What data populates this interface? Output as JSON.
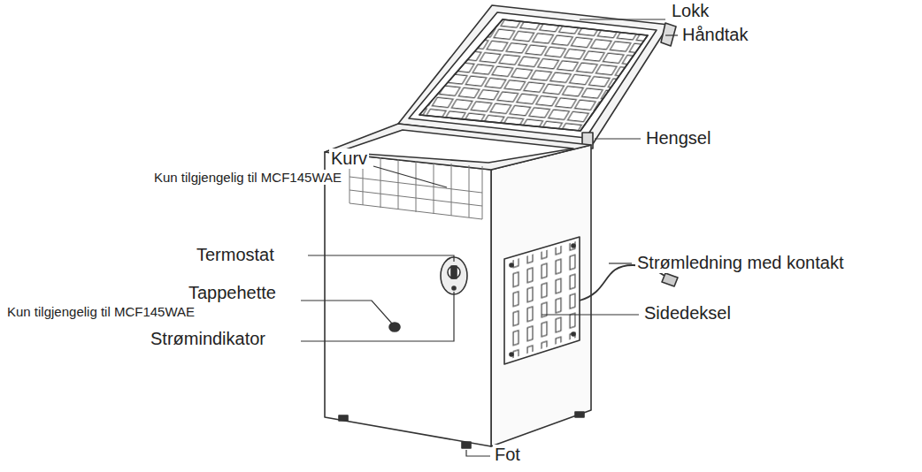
{
  "diagram": {
    "labels": [
      "Lokk",
      "Håndtak",
      "Hengsel",
      "Kurv",
      "Kun tilgjengelig til MCF145WAE",
      "Termostat",
      "Tappehette",
      "Kun tilgjengelig til MCF145WAE",
      "Strømindikator",
      "Strømledning med kontakt",
      "Sidedeksel",
      "Fot"
    ]
  }
}
